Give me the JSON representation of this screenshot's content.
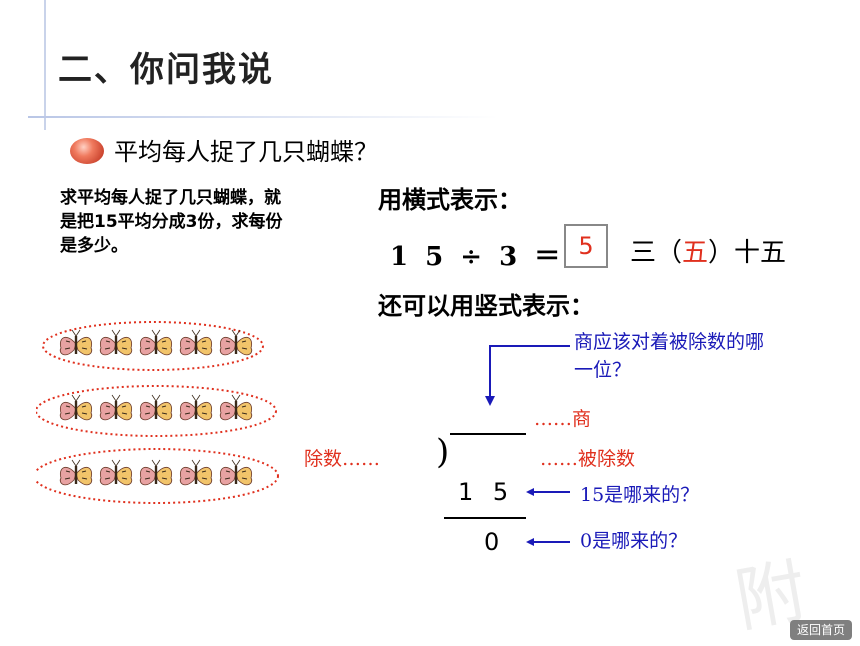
{
  "title": "二、你问我说",
  "question": "平均每人捉了几只蝴蝶？",
  "explanation": "求平均每人捉了几只蝴蝶，就是把15平均分成3份，求每份是多少。",
  "horizontal_label": "用横式表示：",
  "expression": "1 5 ÷ 3 ＝",
  "answer": "5",
  "rhyme": {
    "before": "三（",
    "highlight": "五",
    "after": "）十五"
  },
  "vertical_label": "还可以用竖式表示：",
  "notes": {
    "quotient_question": "商应该对着被除数的哪一位？",
    "quotient": "……商",
    "dividend": "……被除数",
    "divisor": "除数……",
    "where_15": "15是哪来的？",
    "where_0": "0是哪来的？"
  },
  "long_division": {
    "product": "1 5",
    "remainder": "0"
  },
  "butterflies": {
    "groups": 3,
    "per_group": 5,
    "icon": "butterfly-icon"
  },
  "colors": {
    "blue": "#1a1ab8",
    "red": "#e0301e",
    "oval": "#e0301e"
  },
  "back_button": "返回首页"
}
